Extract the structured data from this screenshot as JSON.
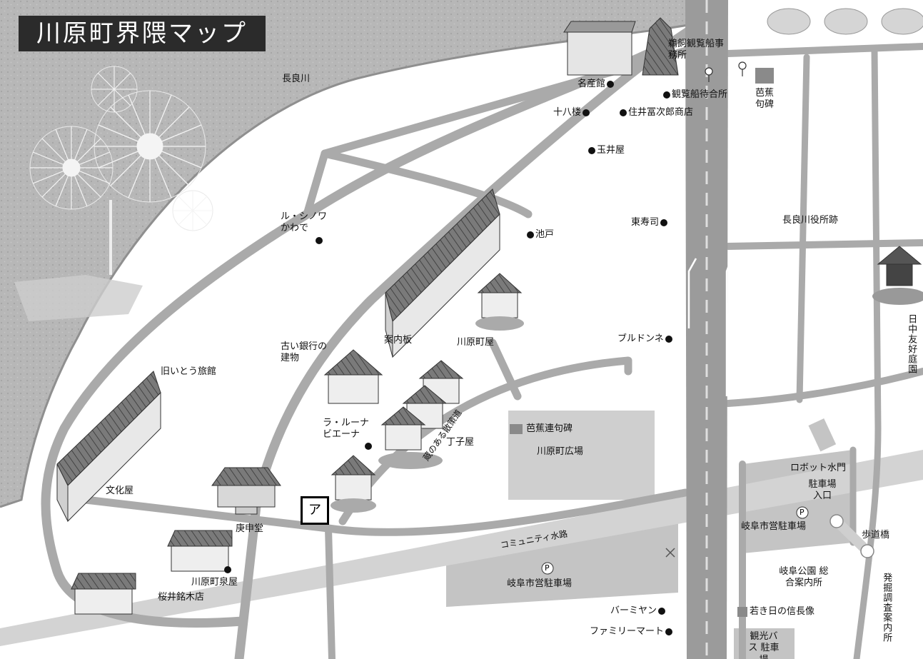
{
  "title": "川原町界隈マップ",
  "map_marker": "ア",
  "parking_symbol": "P",
  "labels": {
    "nagaragawa": "長良川",
    "ukai_office": "鵜飼観覧船事務所",
    "boat_waiting": "観覧船待合所",
    "meisankan": "名産館",
    "juhachiro": "十八楼",
    "sumii": "住井冨次郎商店",
    "tamaiya": "玉井屋",
    "basho_monument": "芭蕉句碑",
    "le_shinowa": "ル・シノワ かわで",
    "higashi_sushi": "東寿司",
    "nagara_office_ruins": "長良川役所跡",
    "ikedo": "池戸",
    "bulldogne": "ブルドンネ",
    "annaiban": "案内板",
    "kawaramachiya": "川原町屋",
    "old_bank": "古い銀行の 建物",
    "old_ito_ryokan": "旧いとう旅館",
    "la_luna": "ラ・ルーナ ビエーナ",
    "choujiya": "丁子屋",
    "basho_ren": "芭蕉連句碑",
    "kawaramachi_square": "川原町広場",
    "kura_path": "蔵のある散策道",
    "bunkaya": "文化屋",
    "koshindo": "庚申堂",
    "community_canal": "コミュニティ水路",
    "robot_gate": "ロボット水門",
    "parking_entrance": "駐車場 入口",
    "gifu_parking_right": "岐阜市営駐車場",
    "pedestrian_bridge": "歩道橋",
    "kawaramachi_izumiya": "川原町泉屋",
    "sakurai": "桜井銘木店",
    "gifu_parking_center": "岐阜市営駐車場",
    "gifu_park_info": "岐阜公園 総合案内所",
    "excavation": "発掘調査案内所",
    "baamiyan": "バーミヤン",
    "young_nobunaga": "若き日の信長像",
    "familymart": "ファミリーマート",
    "tour_bus": "観光バス 駐車場",
    "nicchu_garden": "日中友好庭園"
  },
  "colors": {
    "river": "#b9b9b9",
    "road": "#aaaaaa",
    "title_bg": "#2b2b2b",
    "block": "#cfcfcf"
  }
}
